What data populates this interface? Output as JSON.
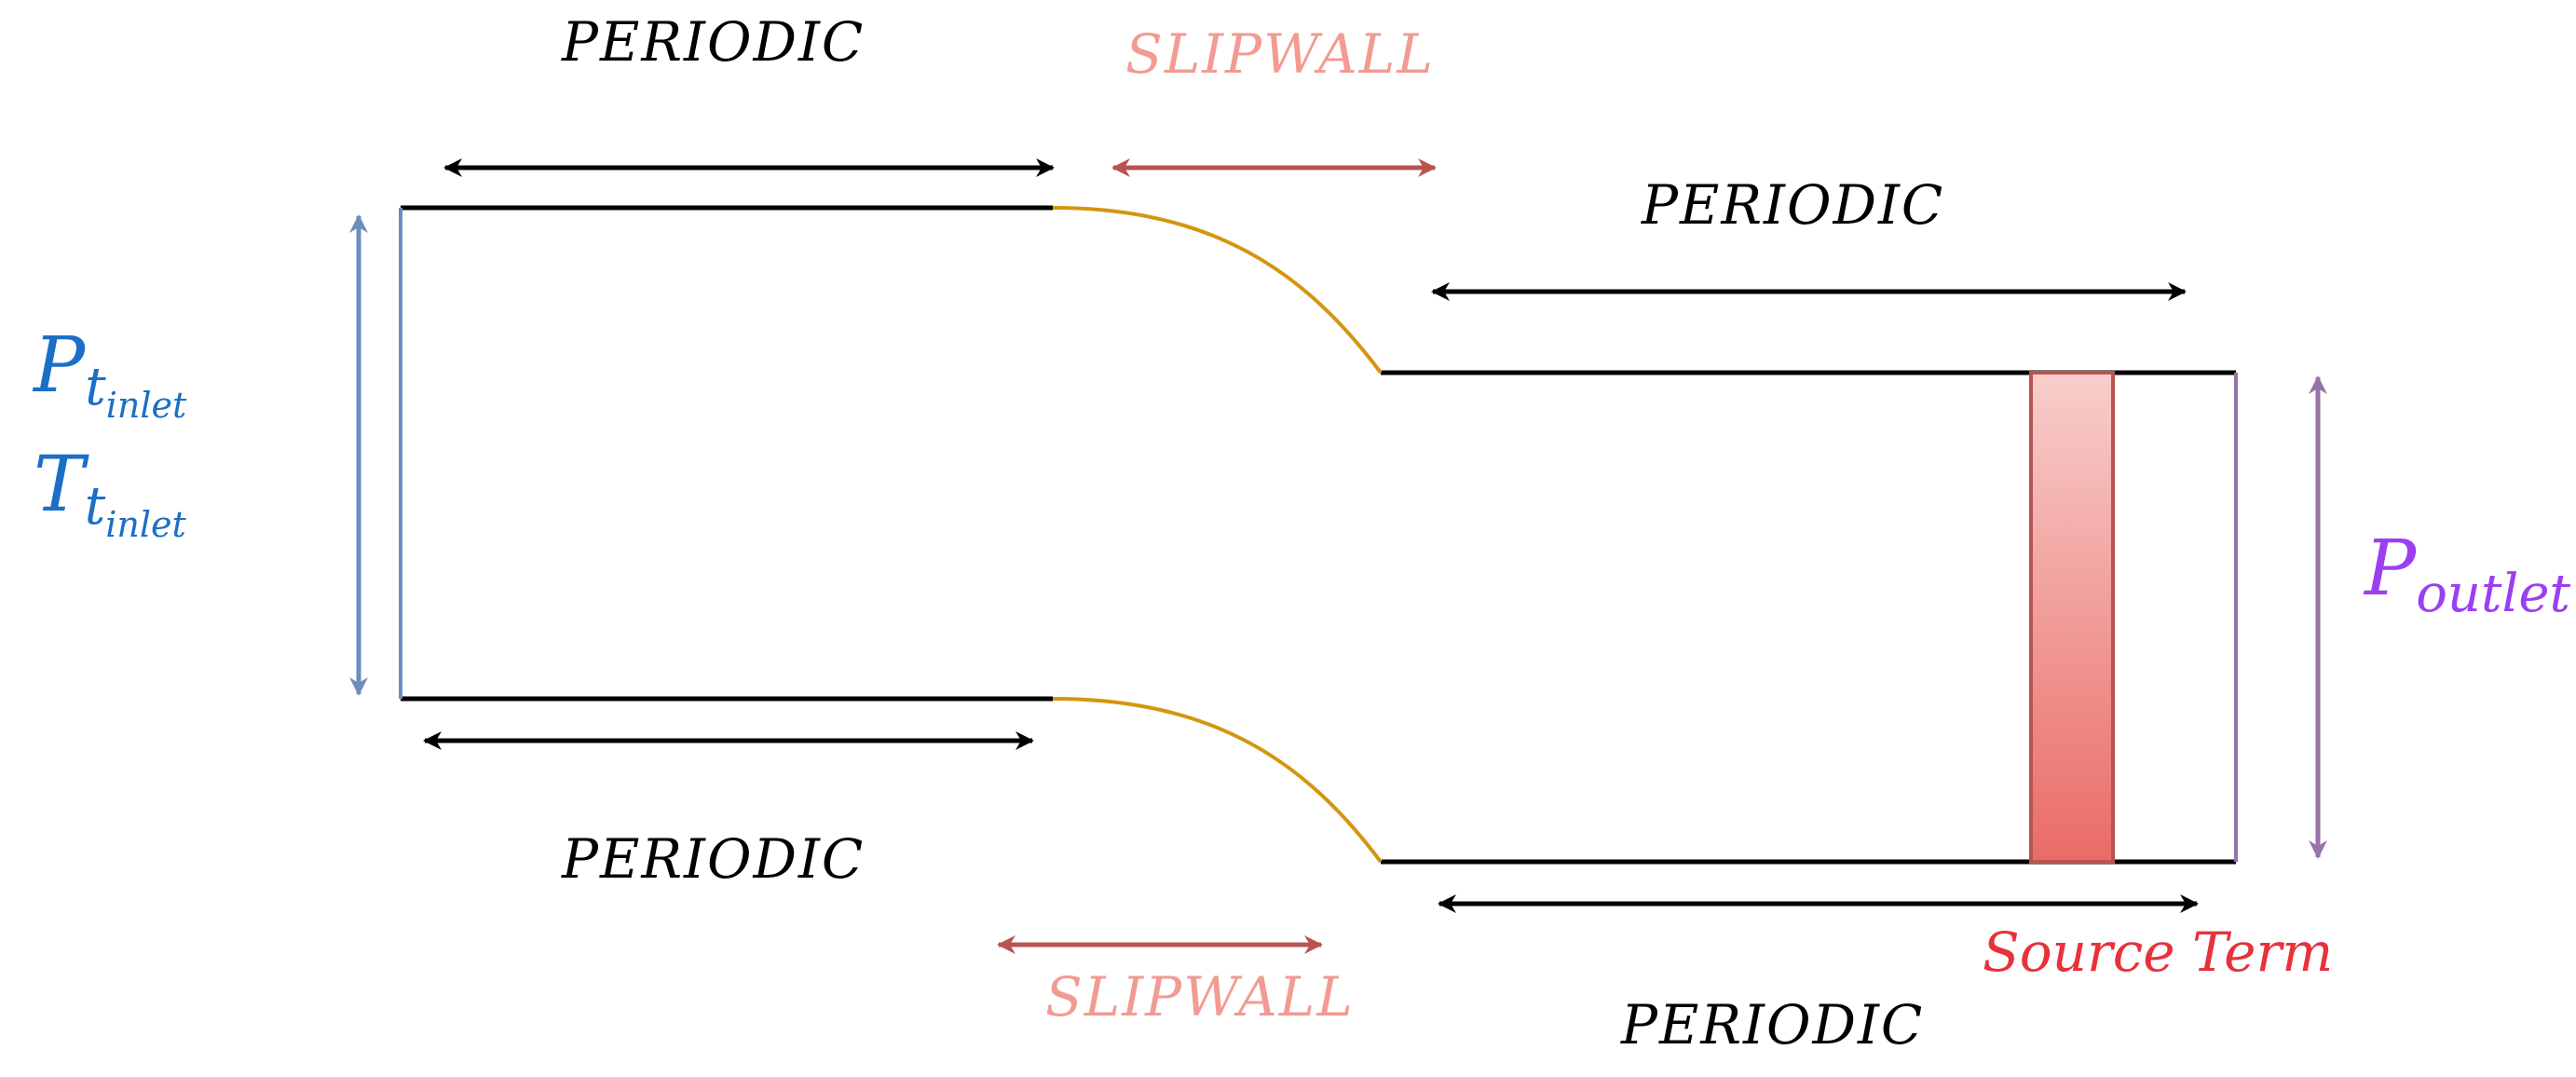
{
  "labels": {
    "periodic_top_left": "PERIODIC",
    "slipwall_top": "SLIPWALL",
    "periodic_top_right": "PERIODIC",
    "periodic_bottom_left": "PERIODIC",
    "slipwall_bottom": "SLIPWALL",
    "periodic_bottom_right": "PERIODIC",
    "source_term": "Source Term"
  },
  "inlet": {
    "pressure_symbol": "P",
    "pressure_sub": "t",
    "pressure_subsub": "inlet",
    "temperature_symbol": "T",
    "temperature_sub": "t",
    "temperature_subsub": "inlet"
  },
  "outlet": {
    "pressure_symbol": "P",
    "pressure_sub": "outlet"
  },
  "colors": {
    "wall": "#000000",
    "slip_curve": "#d4960f",
    "slip_arrow": "#b85450",
    "slip_text": "#f19b93",
    "inlet": "#6c8ebf",
    "inlet_text": "#1c6fc6",
    "outlet": "#9673a6",
    "outlet_text": "#9b3ff0",
    "source_fill_top": "#f8cecc",
    "source_fill_bottom": "#ea6b66",
    "source_stroke": "#b85450",
    "source_text": "#e8323a"
  }
}
